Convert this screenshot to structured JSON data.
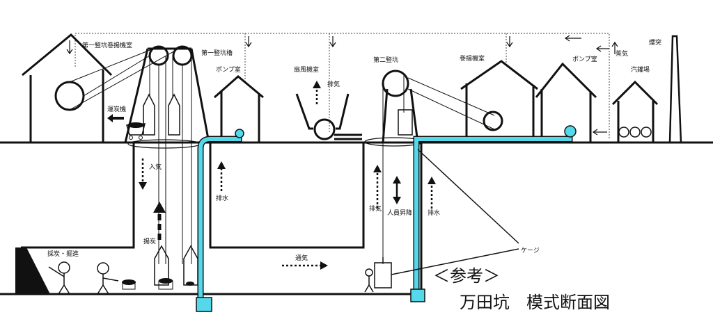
{
  "labels": {
    "hoist1": "第一竪坑巻揚機室",
    "headframe1": "第一竪坑櫓",
    "pump1": "ポンプ室",
    "fan": "扇風機室",
    "exhaust_top": "排気",
    "shaft2": "第二竪坑",
    "hoist2": "巻揚機室",
    "pump2": "ポンプ室",
    "steam": "蒸気",
    "chimney": "煙突",
    "boiler": "汽鑵場",
    "coal_transport": "運炭機",
    "intake": "入気",
    "drain1": "排水",
    "lift_coal": "揚炭",
    "mining": "採炭・掘進",
    "ventilation": "通気",
    "exhaust_shaft": "排気",
    "personnel": "人員昇降",
    "drain2": "排水",
    "cage": "ケージ"
  },
  "caption": {
    "line1": "＜参考＞",
    "line2": "万田坑　模式断面図"
  },
  "colors": {
    "pipe": "#55d8ea",
    "line": "#111111"
  }
}
